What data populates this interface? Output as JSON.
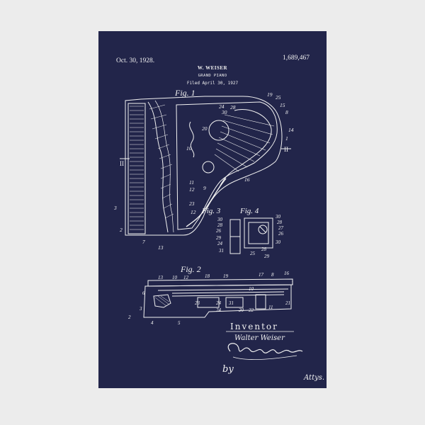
{
  "patent": {
    "date": "Oct. 30, 1928.",
    "number": "1,689,467",
    "inventor": "W. WEISER",
    "title": "GRAND PIANO",
    "filed": "Filed April 30, 1927"
  },
  "figures": {
    "fig1": "Fig. 1",
    "fig2": "Fig. 2",
    "fig3": "Fig. 3",
    "fig4": "Fig. 4"
  },
  "signature": {
    "label": "Inventor",
    "name": "Walter Weiser",
    "by": "by",
    "attys": "Attys."
  },
  "colors": {
    "frame": "#ececec",
    "paper": "#22254a",
    "ink": "#f2f2f2"
  }
}
